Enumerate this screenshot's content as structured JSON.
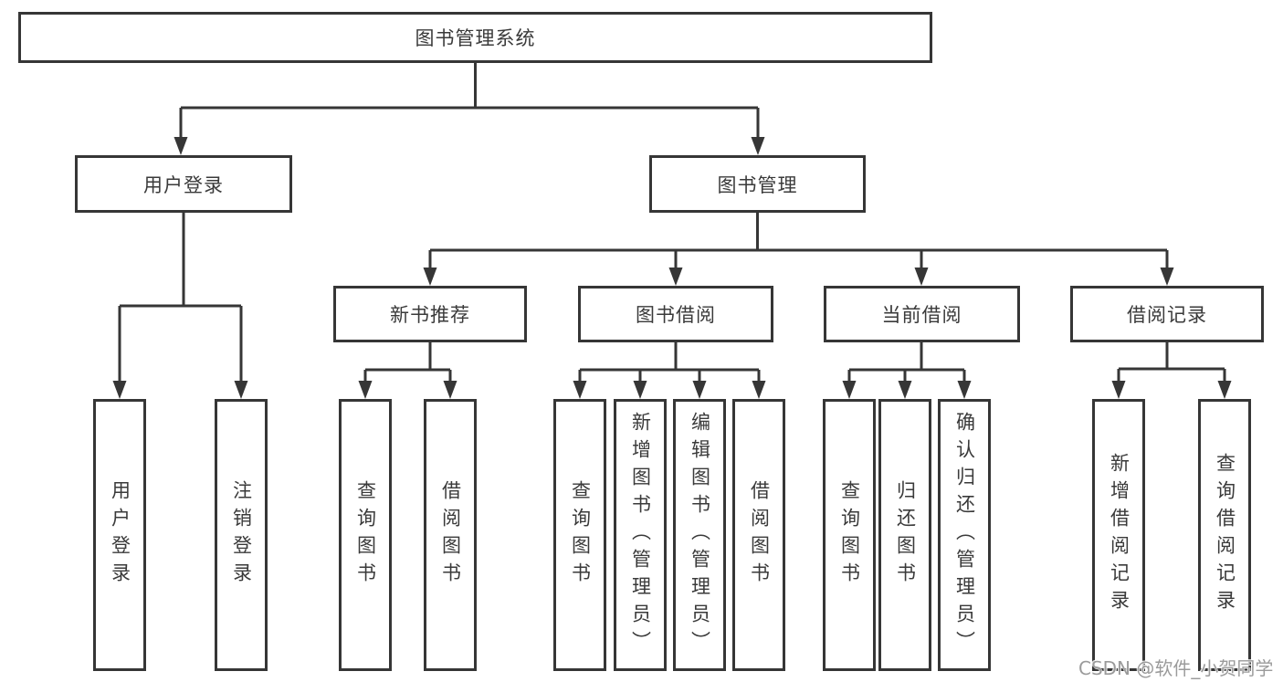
{
  "tree": {
    "label": "图书管理系统",
    "children": [
      {
        "label": "用户登录",
        "children": [
          {
            "label": "用户登录"
          },
          {
            "label": "注销登录"
          }
        ]
      },
      {
        "label": "图书管理",
        "children": [
          {
            "label": "新书推荐",
            "children": [
              {
                "label": "查询图书"
              },
              {
                "label": "借阅图书"
              }
            ]
          },
          {
            "label": "图书借阅",
            "children": [
              {
                "label": "查询图书"
              },
              {
                "label": "新增图书（管理员）"
              },
              {
                "label": "编辑图书（管理员）"
              },
              {
                "label": "借阅图书"
              }
            ]
          },
          {
            "label": "当前借阅",
            "children": [
              {
                "label": "查询图书"
              },
              {
                "label": "归还图书"
              },
              {
                "label": "确认归还（管理员）"
              }
            ]
          },
          {
            "label": "借阅记录",
            "children": [
              {
                "label": "新增借阅记录"
              },
              {
                "label": "查询借阅记录"
              }
            ]
          }
        ]
      }
    ]
  },
  "watermark": {
    "text": "CSDN @软件_小贺同学"
  },
  "colors": {
    "line": "#363636",
    "text": "#3a3a3a",
    "watermark": "#9b9b9b",
    "background": "#ffffff"
  }
}
